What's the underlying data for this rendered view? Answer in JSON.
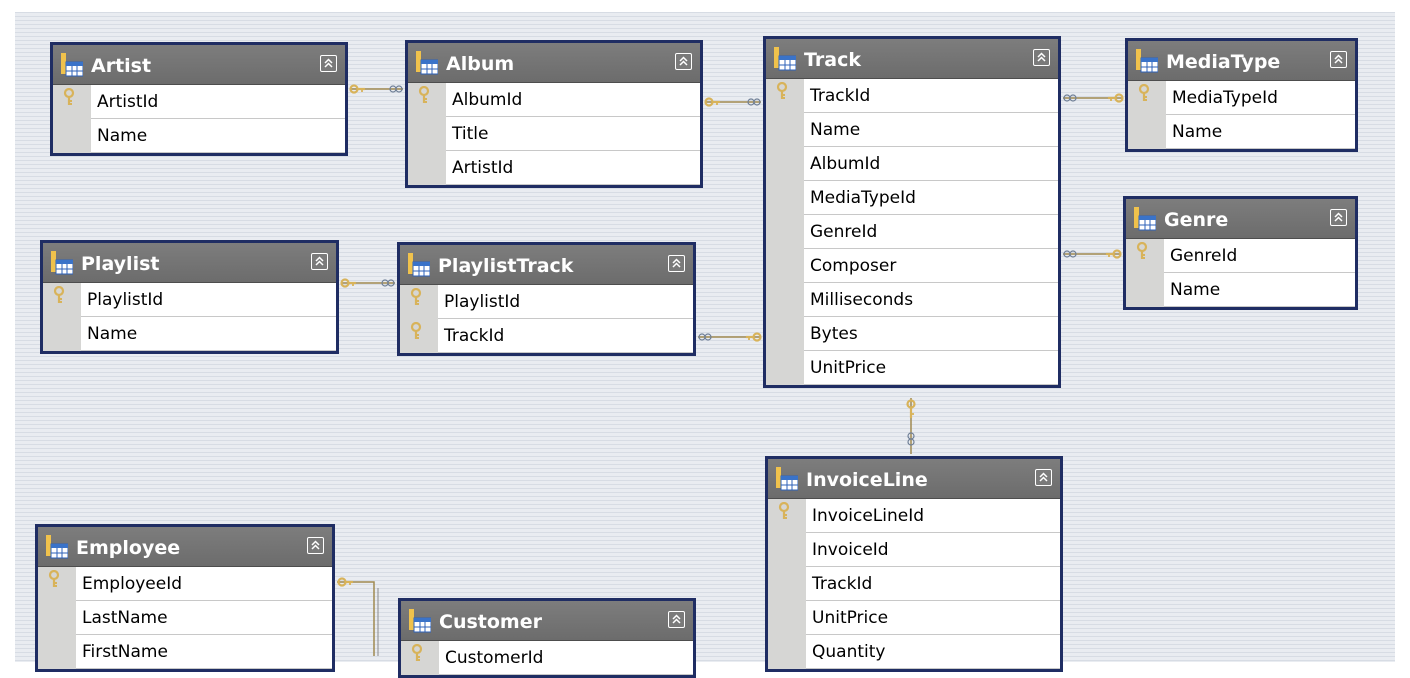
{
  "colors": {
    "canvas": "#e6e9ee",
    "table_border": "#1f2d63",
    "header": "#737373",
    "gutter": "#d6d6d4",
    "key": "#d8b35a"
  },
  "tables": [
    {
      "id": "artist",
      "name": "Artist",
      "columns": [
        {
          "name": "ArtistId",
          "pk": true
        },
        {
          "name": "Name",
          "pk": false
        }
      ]
    },
    {
      "id": "album",
      "name": "Album",
      "columns": [
        {
          "name": "AlbumId",
          "pk": true
        },
        {
          "name": "Title",
          "pk": false
        },
        {
          "name": "ArtistId",
          "pk": false
        }
      ]
    },
    {
      "id": "track",
      "name": "Track",
      "columns": [
        {
          "name": "TrackId",
          "pk": true
        },
        {
          "name": "Name",
          "pk": false
        },
        {
          "name": "AlbumId",
          "pk": false
        },
        {
          "name": "MediaTypeId",
          "pk": false
        },
        {
          "name": "GenreId",
          "pk": false
        },
        {
          "name": "Composer",
          "pk": false
        },
        {
          "name": "Milliseconds",
          "pk": false
        },
        {
          "name": "Bytes",
          "pk": false
        },
        {
          "name": "UnitPrice",
          "pk": false
        }
      ]
    },
    {
      "id": "mediatype",
      "name": "MediaType",
      "columns": [
        {
          "name": "MediaTypeId",
          "pk": true
        },
        {
          "name": "Name",
          "pk": false
        }
      ]
    },
    {
      "id": "genre",
      "name": "Genre",
      "columns": [
        {
          "name": "GenreId",
          "pk": true
        },
        {
          "name": "Name",
          "pk": false
        }
      ]
    },
    {
      "id": "playlist",
      "name": "Playlist",
      "columns": [
        {
          "name": "PlaylistId",
          "pk": true
        },
        {
          "name": "Name",
          "pk": false
        }
      ]
    },
    {
      "id": "playlisttrack",
      "name": "PlaylistTrack",
      "columns": [
        {
          "name": "PlaylistId",
          "pk": true
        },
        {
          "name": "TrackId",
          "pk": true
        }
      ]
    },
    {
      "id": "invoiceline",
      "name": "InvoiceLine",
      "columns": [
        {
          "name": "InvoiceLineId",
          "pk": true
        },
        {
          "name": "InvoiceId",
          "pk": false
        },
        {
          "name": "TrackId",
          "pk": false
        },
        {
          "name": "UnitPrice",
          "pk": false
        },
        {
          "name": "Quantity",
          "pk": false
        }
      ]
    },
    {
      "id": "employee",
      "name": "Employee",
      "columns": [
        {
          "name": "EmployeeId",
          "pk": true
        },
        {
          "name": "LastName",
          "pk": false
        },
        {
          "name": "FirstName",
          "pk": false
        }
      ]
    },
    {
      "id": "customer",
      "name": "Customer",
      "columns": [
        {
          "name": "CustomerId",
          "pk": true
        }
      ]
    }
  ],
  "relationships": [
    {
      "from": "Artist",
      "to": "Album"
    },
    {
      "from": "Album",
      "to": "Track"
    },
    {
      "from": "MediaType",
      "to": "Track"
    },
    {
      "from": "Genre",
      "to": "Track"
    },
    {
      "from": "Playlist",
      "to": "PlaylistTrack"
    },
    {
      "from": "Track",
      "to": "PlaylistTrack"
    },
    {
      "from": "Track",
      "to": "InvoiceLine"
    },
    {
      "from": "Employee",
      "to": "Customer"
    }
  ]
}
